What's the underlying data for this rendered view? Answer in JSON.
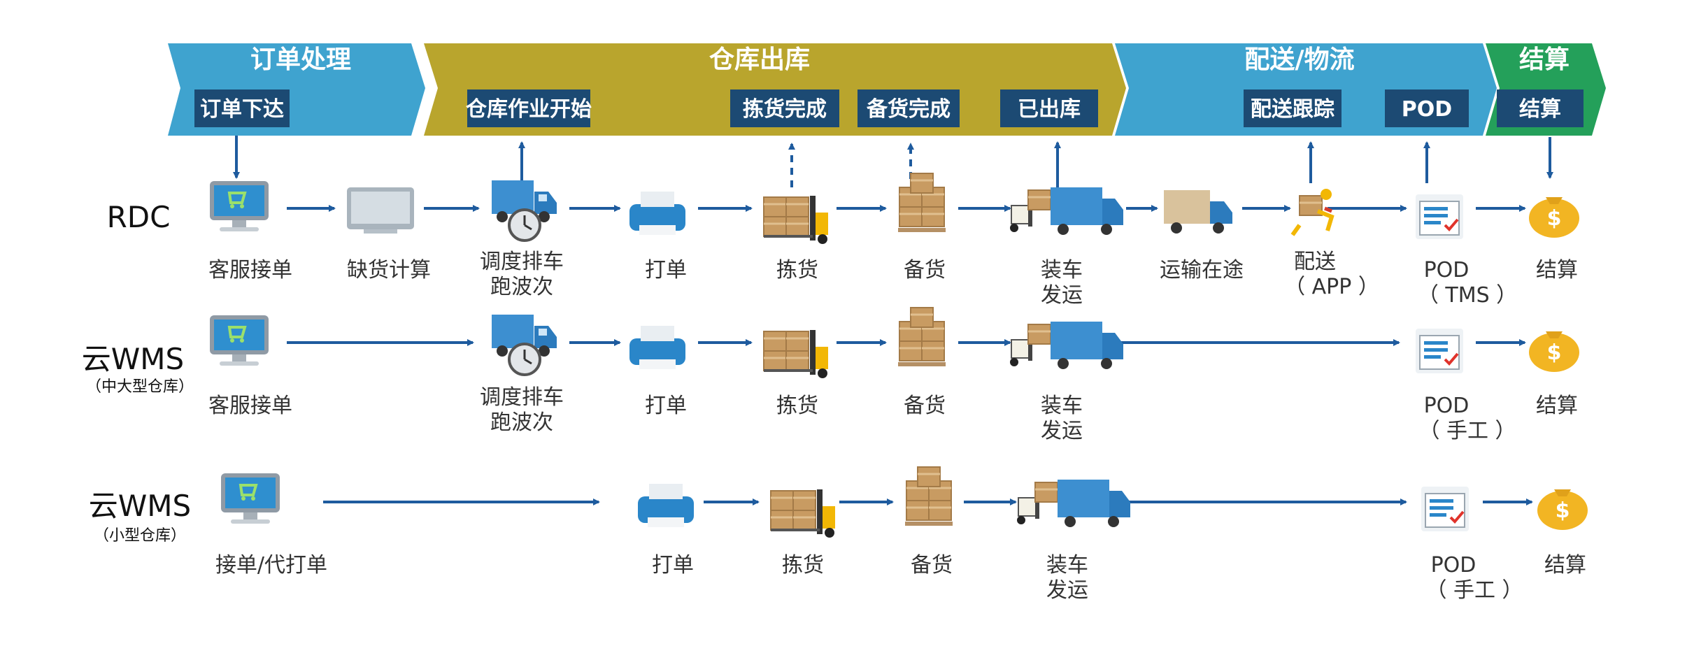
{
  "phases": {
    "order": "订单处理",
    "warehouse": "仓库出库",
    "delivery": "配送/物流",
    "settle": "结算"
  },
  "stages": {
    "order_issue": "订单下达",
    "wh_start": "仓库作业开始",
    "pick_done": "拣货完成",
    "prep_done": "备货完成",
    "shipped": "已出库",
    "track": "配送跟踪",
    "pod": "POD",
    "settle": "结算"
  },
  "rows": {
    "rdc": {
      "title": "RDC"
    },
    "mid": {
      "title": "云WMS",
      "sub": "（中大型仓库）"
    },
    "small": {
      "title": "云WMS",
      "sub": "（小型仓库）"
    }
  },
  "labels": {
    "r1": {
      "cs": "客服接单",
      "shortage": "缺货计算",
      "dispatch_1": "调度排车",
      "dispatch_2": "跑波次",
      "print": "打单",
      "pick": "拣货",
      "prep": "备货",
      "load_1": "装车",
      "load_2": "发运",
      "transit": "运输在途",
      "deliver_1": "配送",
      "deliver_2": "（ APP ）",
      "pod_1": "POD",
      "pod_2": "（ TMS ）",
      "settle": "结算"
    },
    "r2": {
      "cs": "客服接单",
      "dispatch_1": "调度排车",
      "dispatch_2": "跑波次",
      "print": "打单",
      "pick": "拣货",
      "prep": "备货",
      "load_1": "装车",
      "load_2": "发运",
      "pod_1": "POD",
      "pod_2": "（ 手工 ）",
      "settle": "结算"
    },
    "r3": {
      "cs": "接单/代打单",
      "print": "打单",
      "pick": "拣货",
      "prep": "备货",
      "load_1": "装车",
      "load_2": "发运",
      "pod_1": "POD",
      "pod_2": "（ 手工 ）",
      "settle": "结算"
    }
  },
  "icons": {
    "computer": "computer-cart-icon",
    "monitor": "monitor-icon",
    "truck_clock": "truck-clock-icon",
    "printer": "printer-icon",
    "forklift": "forklift-boxes-icon",
    "boxes": "boxes-pallet-icon",
    "loading": "loading-truck-icon",
    "transit": "transit-truck-icon",
    "courier": "courier-icon",
    "clipboard": "clipboard-check-icon",
    "money": "money-bag-icon"
  },
  "colors": {
    "blue_band": "#3fa3cf",
    "gold_band": "#b9a52d",
    "green_band": "#24a05a",
    "stage_box": "#1c4a73",
    "arrow": "#1e5b9e"
  }
}
